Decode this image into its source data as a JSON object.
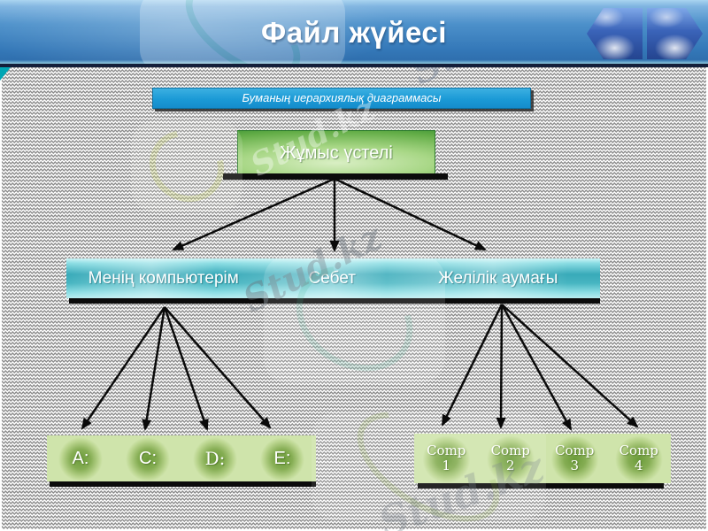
{
  "header": {
    "title": "Файл жүйесі"
  },
  "nav": {
    "back_icon": "arrow-left",
    "forward_icon": "arrow-right"
  },
  "banner": {
    "text": "Буманың иерархиялық диаграммасы"
  },
  "diagram": {
    "root": {
      "label": "Жұмыс үстелі"
    },
    "children": [
      {
        "label": "Менің компьютерім"
      },
      {
        "label": "Себет"
      },
      {
        "label": "Желілік аумағы"
      }
    ],
    "drives": [
      {
        "label": "A:"
      },
      {
        "label": "C:"
      },
      {
        "label": "D:"
      },
      {
        "label": "E:"
      }
    ],
    "computers": [
      {
        "name": "Comp",
        "number": "1"
      },
      {
        "name": "Comp",
        "number": "2"
      },
      {
        "name": "Comp",
        "number": "3"
      },
      {
        "name": "Comp",
        "number": "4"
      }
    ]
  },
  "watermark": {
    "text": "Stud.kz"
  },
  "colors": {
    "header_blue": "#3478b8",
    "banner_blue": "#1b9ad6",
    "root_green": "#63ad47",
    "level2_cyan": "#38aab9",
    "leaf_green": "#6b9b3a",
    "nav_blue": "#24448f",
    "arrow": "#0a0a0a"
  }
}
